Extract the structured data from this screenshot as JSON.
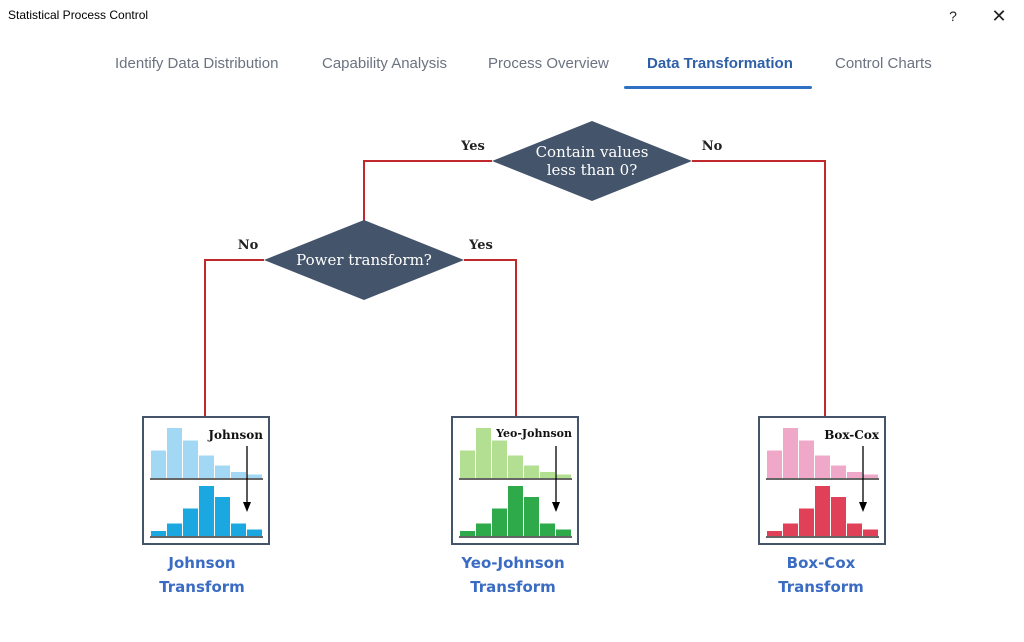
{
  "window": {
    "title": "Statistical Process Control",
    "help_label": "?",
    "close_label": "✕"
  },
  "tabs": [
    {
      "label": "Identify Data Distribution",
      "active": false
    },
    {
      "label": "Capability Analysis",
      "active": false
    },
    {
      "label": "Process Overview",
      "active": false
    },
    {
      "label": "Data Transformation",
      "active": true
    },
    {
      "label": "Control Charts",
      "active": false
    }
  ],
  "flowchart": {
    "decision_top": {
      "line1": "Contain values",
      "line2": "less than 0?",
      "yes": "Yes",
      "no": "No"
    },
    "decision_left": {
      "text": "Power transform?",
      "yes": "Yes",
      "no": "No"
    },
    "results": [
      {
        "card_title": "Johnson",
        "label_line1": "Johnson",
        "label_line2": "Transform",
        "light_color": "#a3d8f4",
        "dark_color": "#1ba8e0"
      },
      {
        "card_title": "Yeo-Johnson",
        "label_line1": "Yeo-Johnson",
        "label_line2": "Transform",
        "light_color": "#b3df93",
        "dark_color": "#2eaa4a"
      },
      {
        "card_title": "Box-Cox",
        "label_line1": "Box-Cox",
        "label_line2": "Transform",
        "light_color": "#f0a8c8",
        "dark_color": "#e04058"
      }
    ],
    "colors": {
      "diamond": "#44546a",
      "connector": "#c0282c",
      "card_border": "#44546a",
      "label": "#3a6cc3"
    },
    "histogram_shapes": {
      "before": [
        0.55,
        1.0,
        0.75,
        0.45,
        0.25,
        0.12,
        0.07
      ],
      "after": [
        0.1,
        0.25,
        0.55,
        1.0,
        0.78,
        0.25,
        0.13
      ]
    }
  }
}
